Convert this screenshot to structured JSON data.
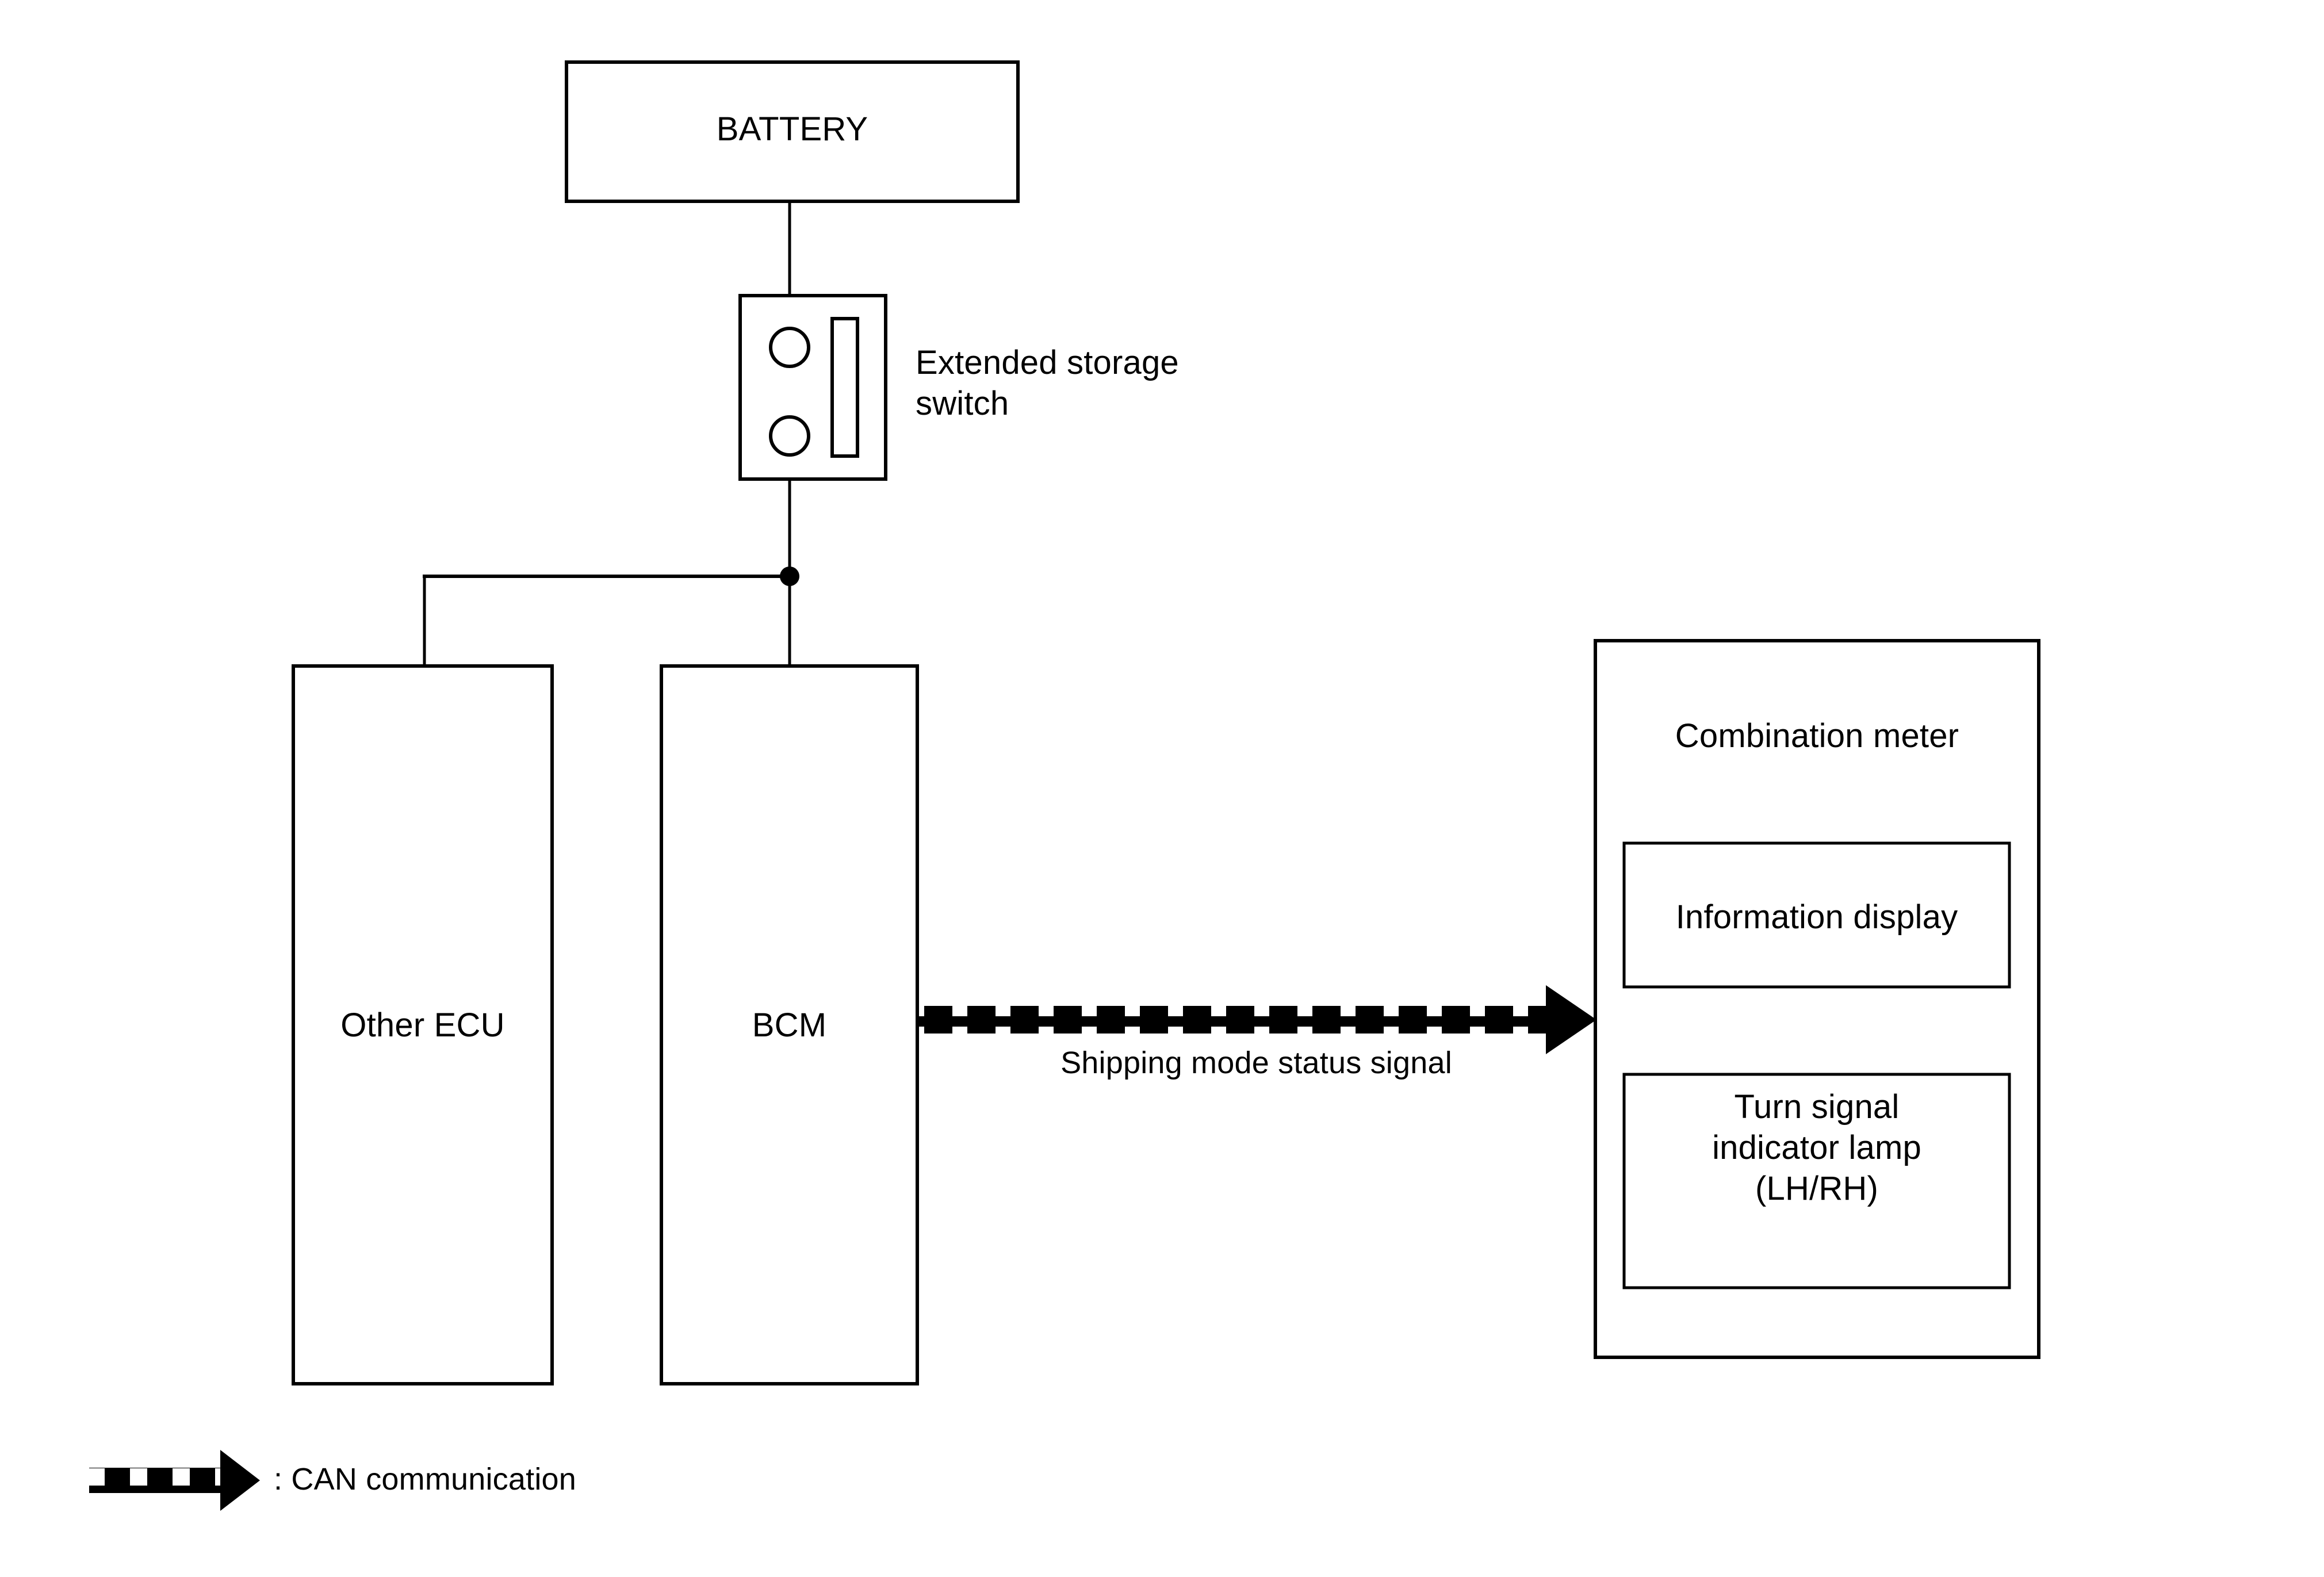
{
  "diagram": {
    "title": "Shipping mode / extended storage switch system diagram",
    "colors": {
      "line": "#000000",
      "background": "#ffffff",
      "text": "#000000"
    },
    "nodes": {
      "battery": {
        "label": "BATTERY"
      },
      "extended_storage_switch": {
        "label": "Extended storage\nswitch"
      },
      "other_ecu": {
        "label": "Other ECU"
      },
      "bcm": {
        "label": "BCM"
      },
      "combination_meter": {
        "label": "Combination meter"
      },
      "information_display": {
        "label": "Information display"
      },
      "turn_signal_indicator_lamp": {
        "label": "Turn signal\nindicator lamp\n(LH/RH)"
      }
    },
    "connections": {
      "can_signal": {
        "label": "Shipping mode status signal"
      }
    },
    "legend": {
      "can_communication": {
        "label": ": CAN communication"
      }
    }
  }
}
